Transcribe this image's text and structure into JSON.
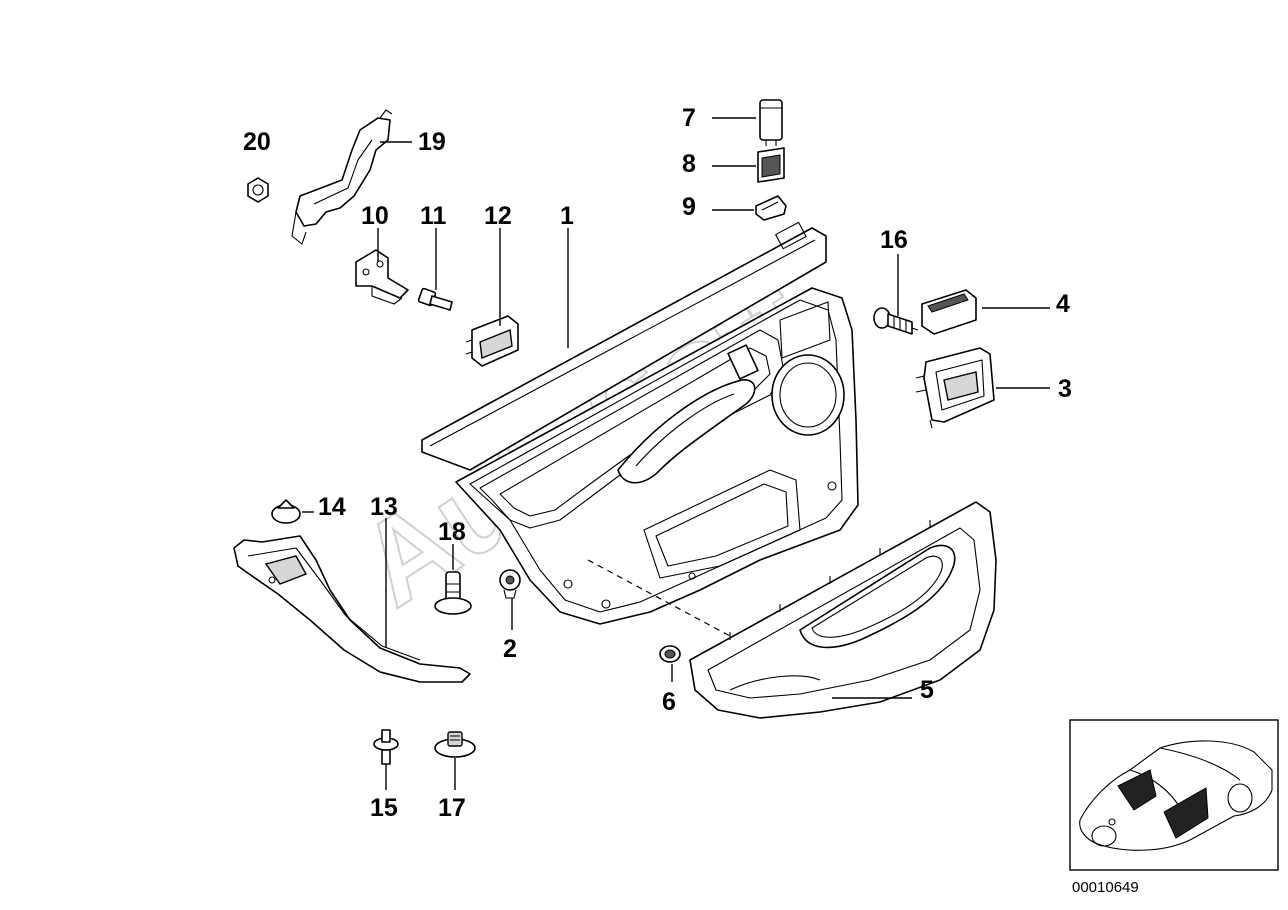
{
  "callouts": [
    {
      "id": "1",
      "label": "1"
    },
    {
      "id": "2",
      "label": "2"
    },
    {
      "id": "3",
      "label": "3"
    },
    {
      "id": "4",
      "label": "4"
    },
    {
      "id": "5",
      "label": "5"
    },
    {
      "id": "6",
      "label": "6"
    },
    {
      "id": "7",
      "label": "7"
    },
    {
      "id": "8",
      "label": "8"
    },
    {
      "id": "9",
      "label": "9"
    },
    {
      "id": "10",
      "label": "10"
    },
    {
      "id": "11",
      "label": "11"
    },
    {
      "id": "12",
      "label": "12"
    },
    {
      "id": "13",
      "label": "13"
    },
    {
      "id": "14",
      "label": "14"
    },
    {
      "id": "15",
      "label": "15"
    },
    {
      "id": "16",
      "label": "16"
    },
    {
      "id": "17",
      "label": "17"
    },
    {
      "id": "18",
      "label": "18"
    },
    {
      "id": "19",
      "label": "19"
    },
    {
      "id": "20",
      "label": "20"
    }
  ],
  "document_number": "00010649",
  "watermark": "AutoSoft",
  "colors": {
    "line": "#000000",
    "background": "#ffffff",
    "watermark": "#bdbdbd"
  }
}
